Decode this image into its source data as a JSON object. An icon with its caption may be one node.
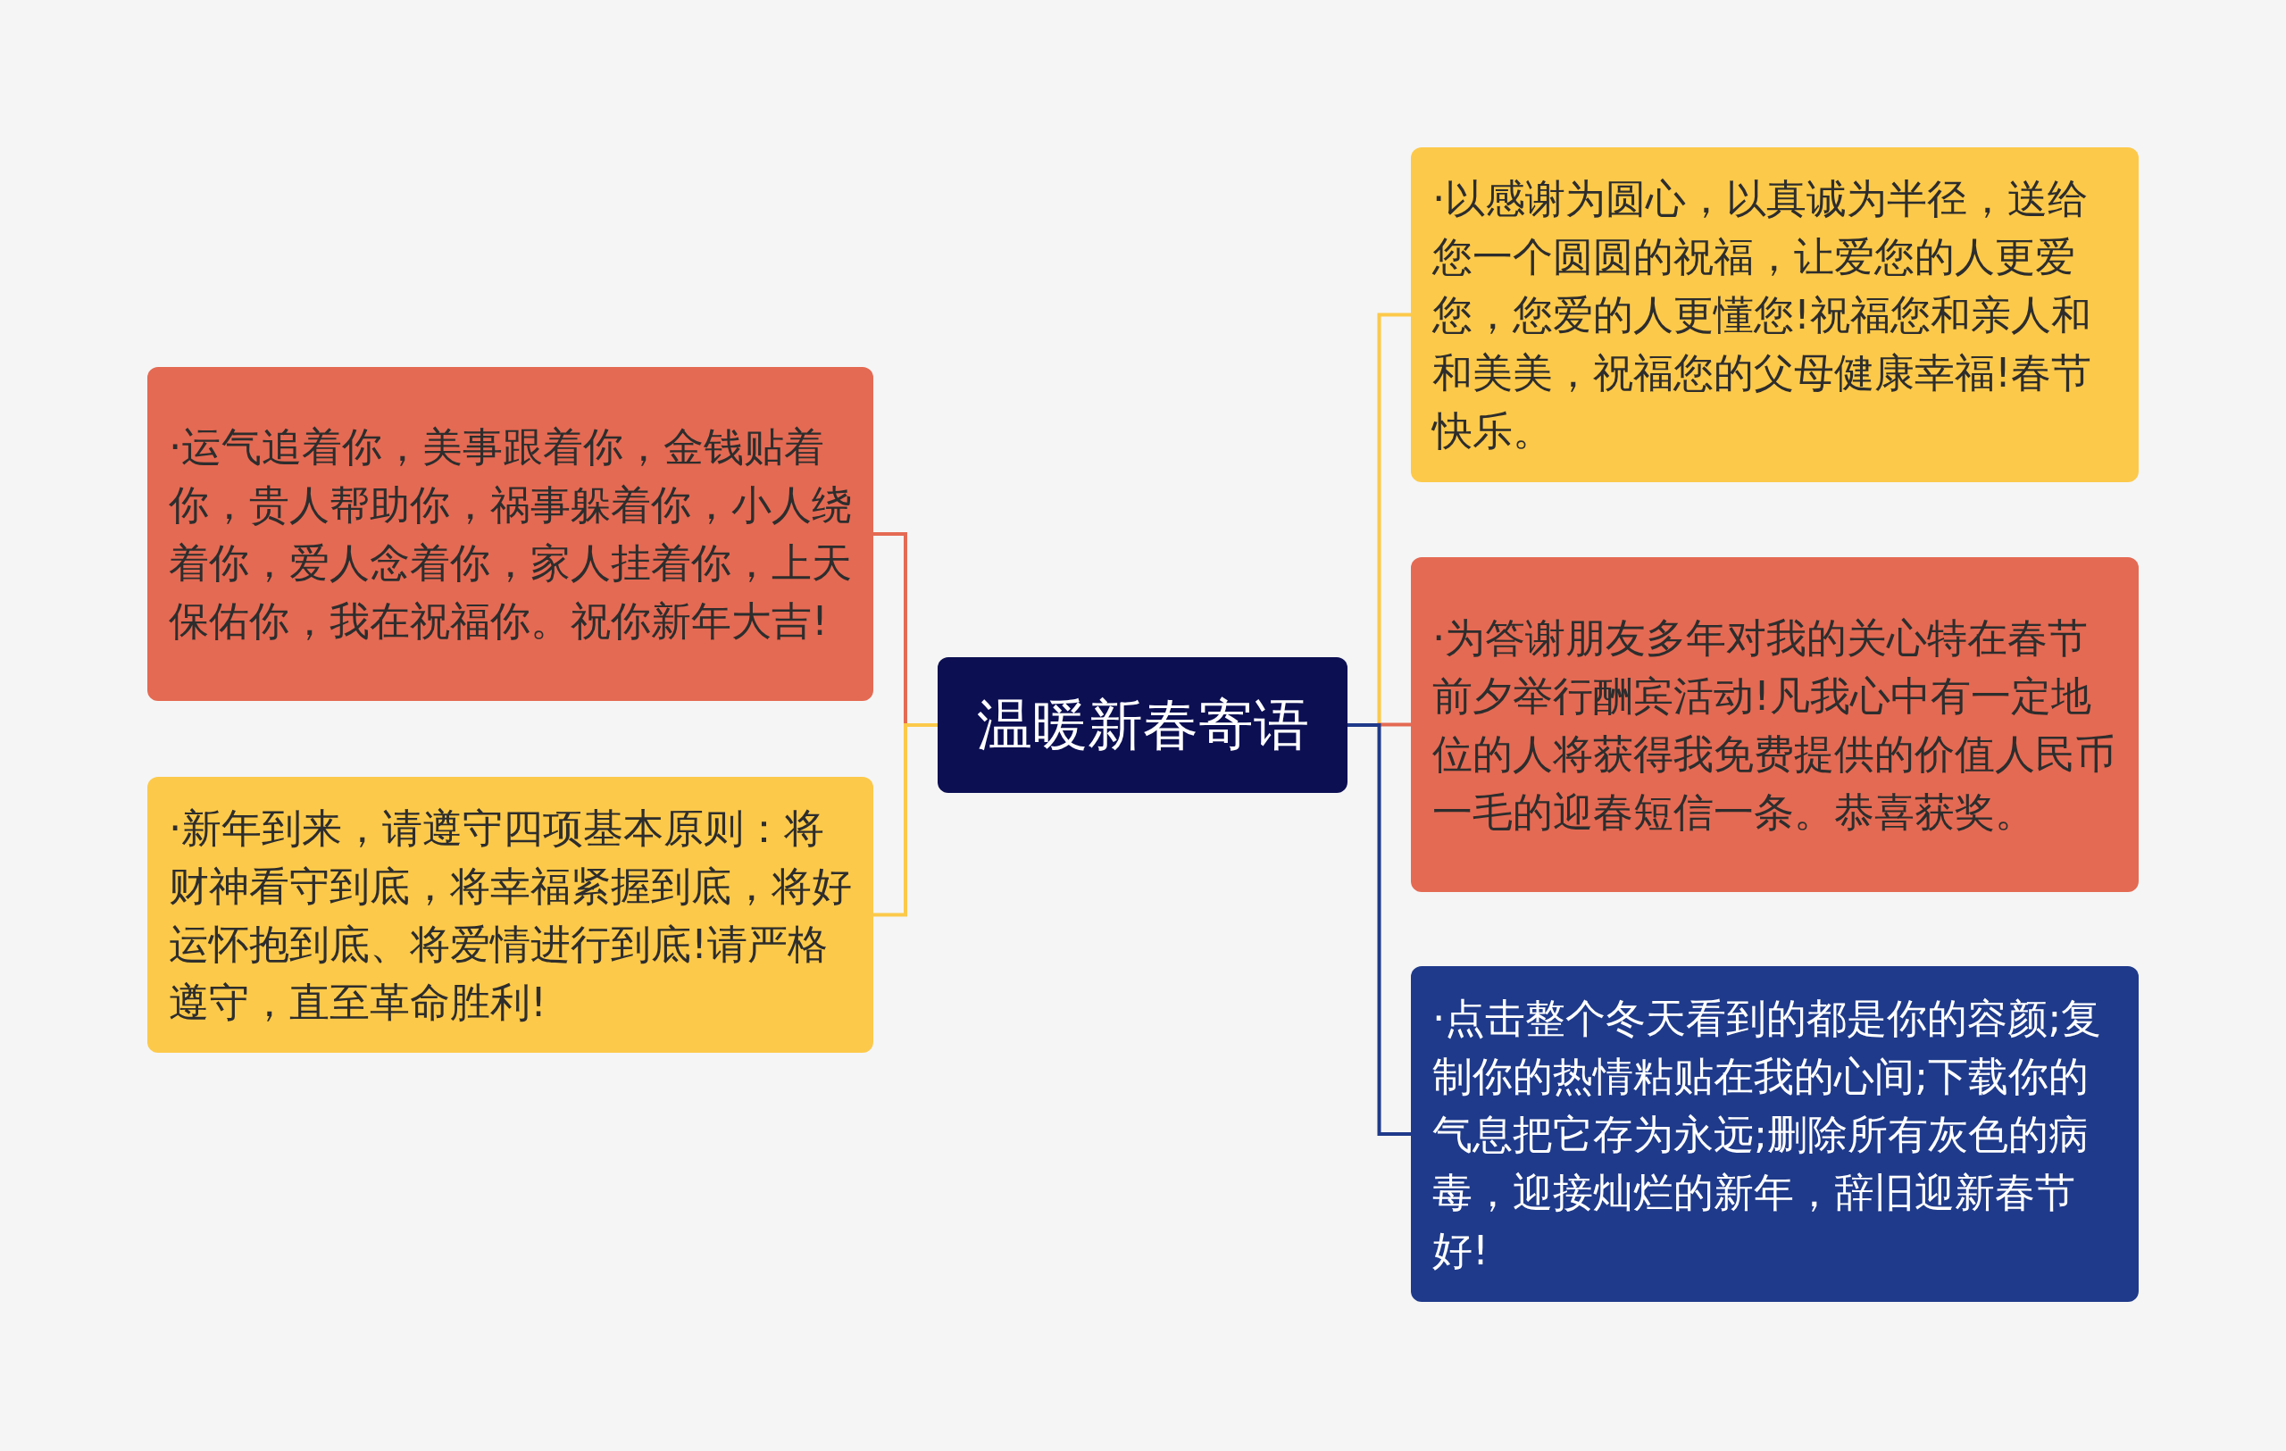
{
  "diagram": {
    "nodes": [
      {
        "text": [
          "温暖新春寄语"
        ]
      },
      {
        "text": [
          "·运气追着你，美事跟着你，金钱贴着你，贵人帮助你，祸事躲着你，小人绕着你，爱人念着你，家人挂着你，上天保佑你，我在祝福你。祝你新年大吉!"
        ]
      },
      {
        "text": [
          "·新年到来，请遵守四项基本原则：将财神看守到底，将幸福紧握到底，将好运怀抱到底、将爱情进行到底!请严格遵守，直至革命胜利!"
        ]
      },
      {
        "text": [
          "·以感谢为圆心，以真诚为半径，送给您一个圆圆的祝福，让爱您的人更爱您，您爱的人更懂您!祝福您和亲人和和美美，祝福您的父母健康幸福!春节快乐。"
        ]
      },
      {
        "text": [
          "·为答谢朋友多年对我的关心特在春节前夕举行酬宾活动!凡我心中有一定地位的人将获得我免费提供的价值人民币一毛的迎春短信一条。恭喜获奖。"
        ]
      },
      {
        "text": [
          "·点击整个冬天看到的都是你的容颜;复制你的热情粘贴在我的心间;下载你的气息把它存为永远;删除所有灰色的病毒，迎接灿烂的新年，辞旧迎新春节好!"
        ]
      }
    ],
    "edges": [
      {
        "from": 0,
        "to": 1,
        "arrow": "none",
        "color": "#e46a53"
      },
      {
        "from": 0,
        "to": 2,
        "arrow": "none",
        "color": "#fcc94a"
      },
      {
        "from": 0,
        "to": 3,
        "arrow": "none",
        "color": "#fcc94a"
      },
      {
        "from": 0,
        "to": 4,
        "arrow": "none",
        "color": "#e46a53"
      },
      {
        "from": 0,
        "to": 5,
        "arrow": "none",
        "color": "#1f3a8a"
      }
    ]
  }
}
